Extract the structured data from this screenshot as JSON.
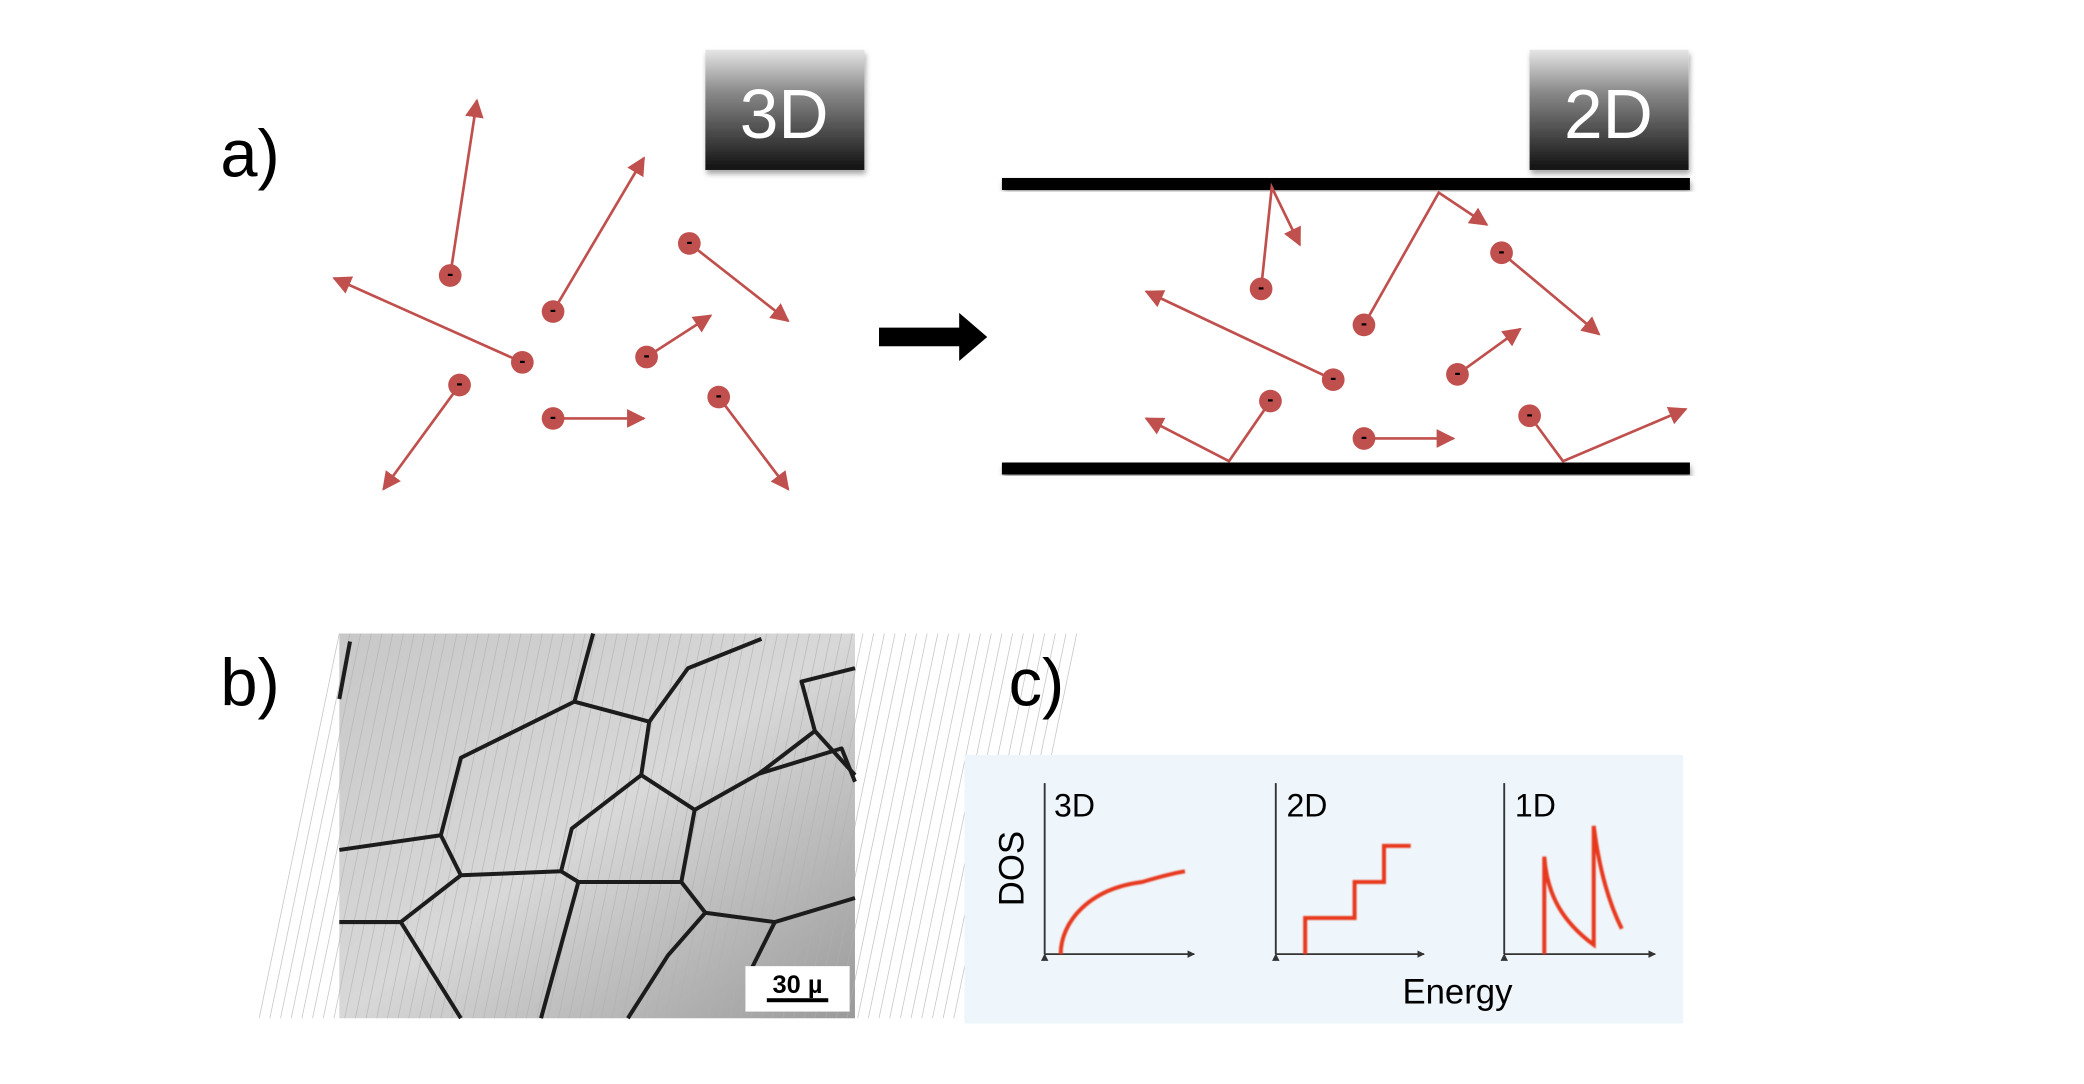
{
  "panels": {
    "a": {
      "label": "a)",
      "badge_3d": "3D",
      "badge_2d": "2D"
    },
    "b": {
      "label": "b)",
      "scale_bar": "30 µ"
    },
    "c": {
      "label": "c)",
      "ylabel": "DOS",
      "xlabel": "Energy",
      "subplots": [
        {
          "title": "3D"
        },
        {
          "title": "2D"
        },
        {
          "title": "1D"
        }
      ]
    }
  },
  "colors": {
    "electron": "#c0504d",
    "arrow": "#c0504d",
    "plate": "#000000",
    "dos_curve": "#e8381f",
    "dos_bg": "#eef6fb"
  },
  "electron_symbol": "-"
}
